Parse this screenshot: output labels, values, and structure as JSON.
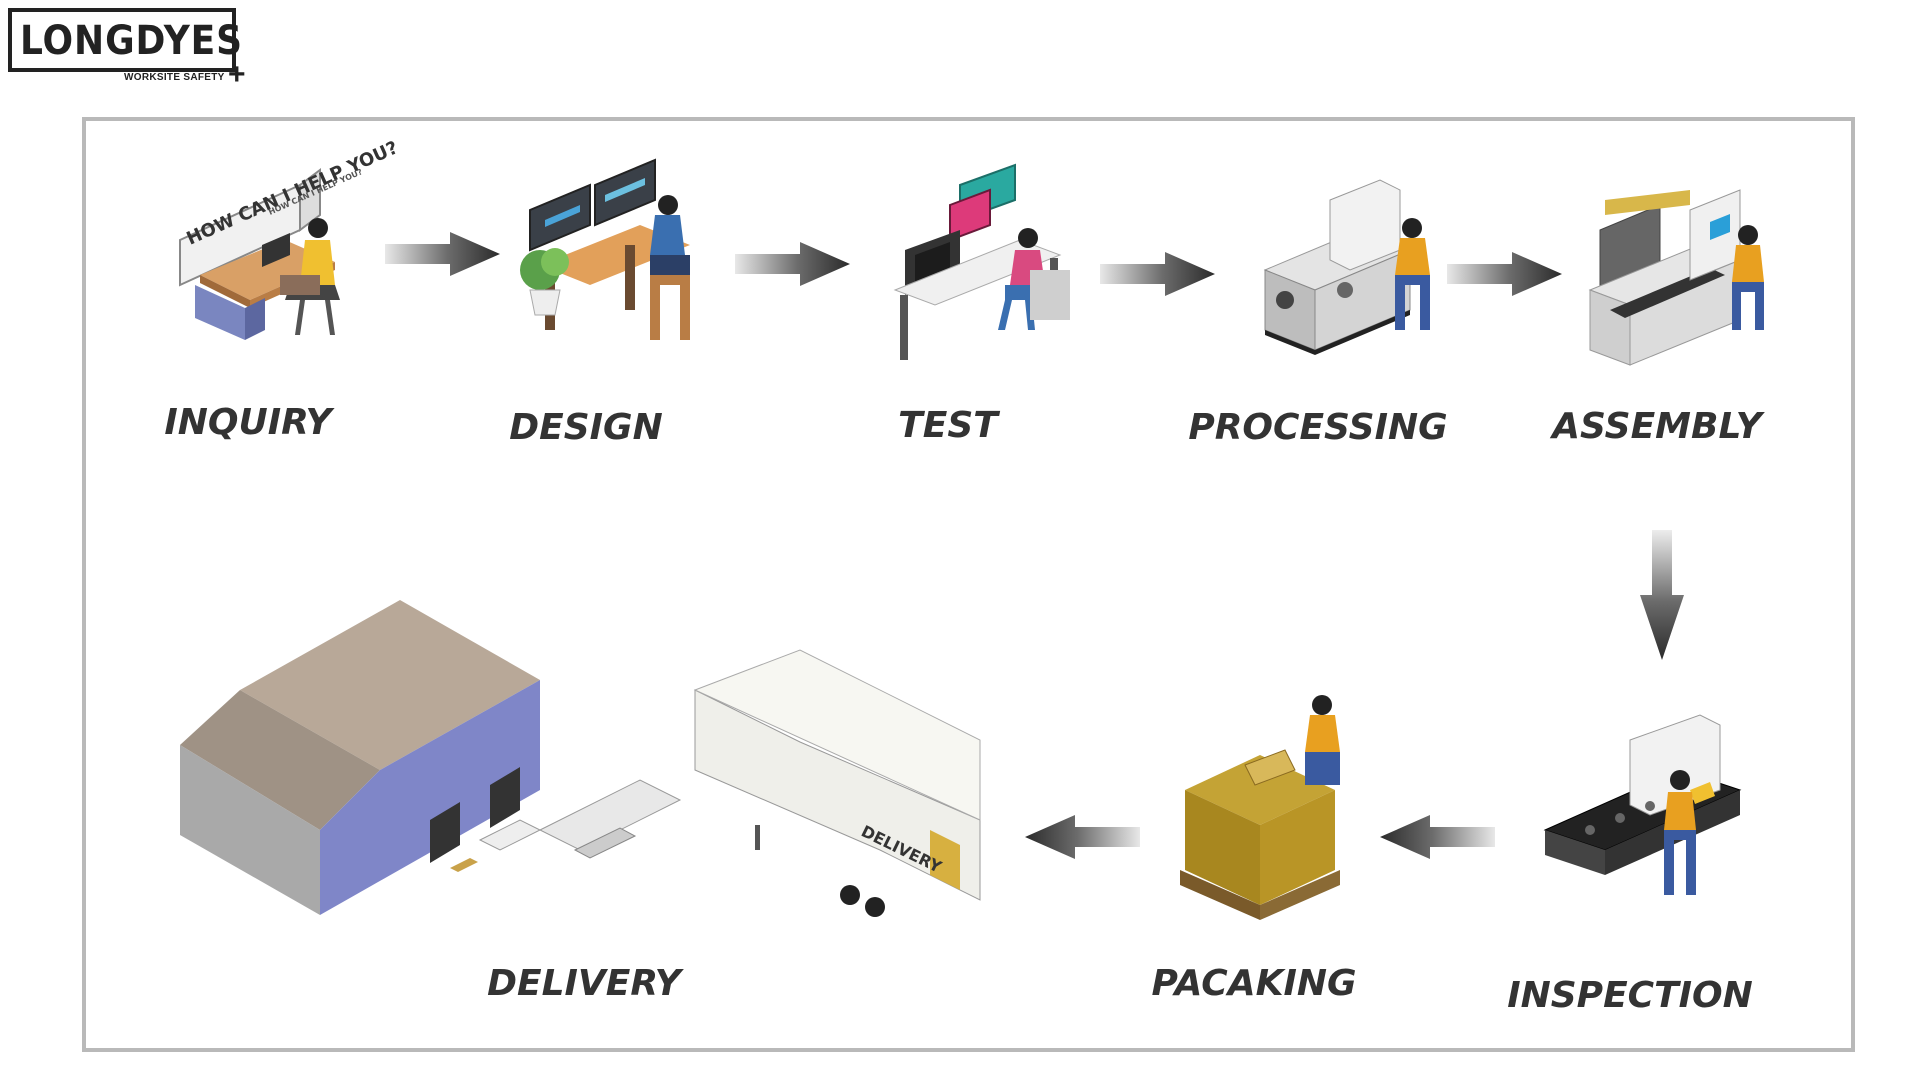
{
  "logo": {
    "name": "LONGDYES",
    "tagline": "WORKSITE SAFETY",
    "plus": "+"
  },
  "steps": [
    {
      "label": "INQUIRY",
      "illustration_text": "HOW CAN I HELP YOU?",
      "illustration_subtext": "HOW CAN I HELP YOU?"
    },
    {
      "label": "DESIGN"
    },
    {
      "label": "TEST"
    },
    {
      "label": "PROCESSING"
    },
    {
      "label": "ASSEMBLY"
    },
    {
      "label": "INSPECTION"
    },
    {
      "label": "PACAKING"
    },
    {
      "label": "DELIVERY",
      "illustration_text": "DELIVERY"
    }
  ],
  "colors": {
    "frame": "#b9b9b9",
    "label": "#333333",
    "arrow": "#3a3a3a"
  }
}
